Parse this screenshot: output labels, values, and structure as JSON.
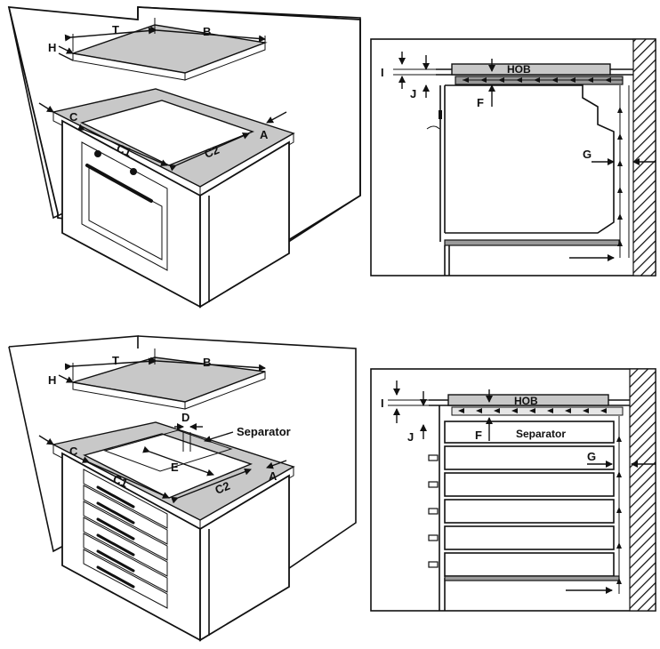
{
  "labels": {
    "T": "T",
    "B": "B",
    "H": "H",
    "C": "C",
    "A": "A",
    "C1": "C1",
    "C2": "C2",
    "D": "D",
    "E": "E",
    "I": "I",
    "J": "J",
    "F": "F",
    "G": "G",
    "HOB": "HOB",
    "Separator": "Separator"
  },
  "colors": {
    "line": "#111111",
    "shade": "#c8c8c8",
    "background": "#ffffff"
  }
}
